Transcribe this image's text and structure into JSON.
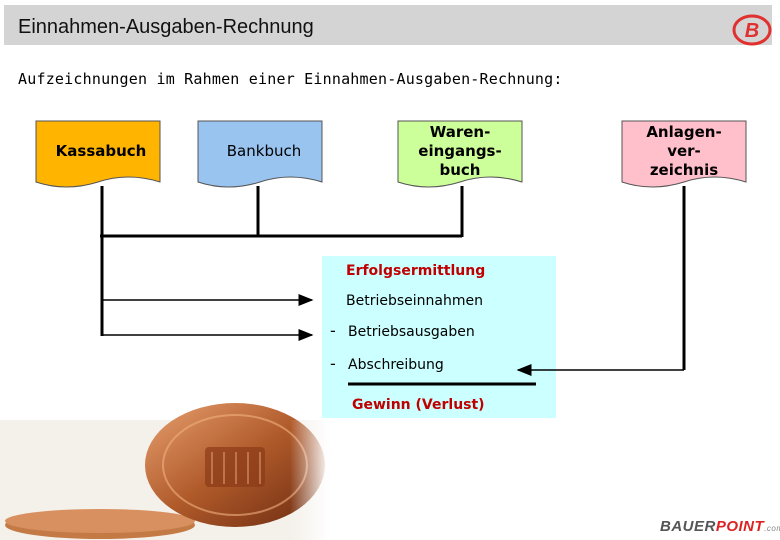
{
  "header": {
    "title": "Einnahmen-Ausgaben-Rechnung",
    "logo_letter": "B"
  },
  "subtitle": "Aufzeichnungen im Rahmen einer Einnahmen-Ausgaben-Rechnung:",
  "documents": {
    "kassabuch": {
      "label": "Kassabuch",
      "color": "#ffb400"
    },
    "bankbuch": {
      "label": "Bankbuch",
      "color": "#99c4f0"
    },
    "wareneingang": {
      "line1": "Waren-",
      "line2": "eingangs-",
      "line3": "buch",
      "color": "#ccff99"
    },
    "anlagen": {
      "line1": "Anlagen-",
      "line2": "ver-",
      "line3": "zeichnis",
      "color": "#ffc0cb"
    }
  },
  "result": {
    "heading": "Erfolgsermittlung",
    "income": "Betriebseinnahmen",
    "expenses_sign": "-",
    "expenses": "Betriebsausgaben",
    "depreciation_sign": "-",
    "depreciation": "Abschreibung",
    "total": "Gewinn (Verlust)",
    "box_color": "#ccffff",
    "accent_color": "#c00000"
  },
  "footer": {
    "brand_a": "BAUER",
    "brand_b": "POINT",
    "brand_c": ".com"
  }
}
